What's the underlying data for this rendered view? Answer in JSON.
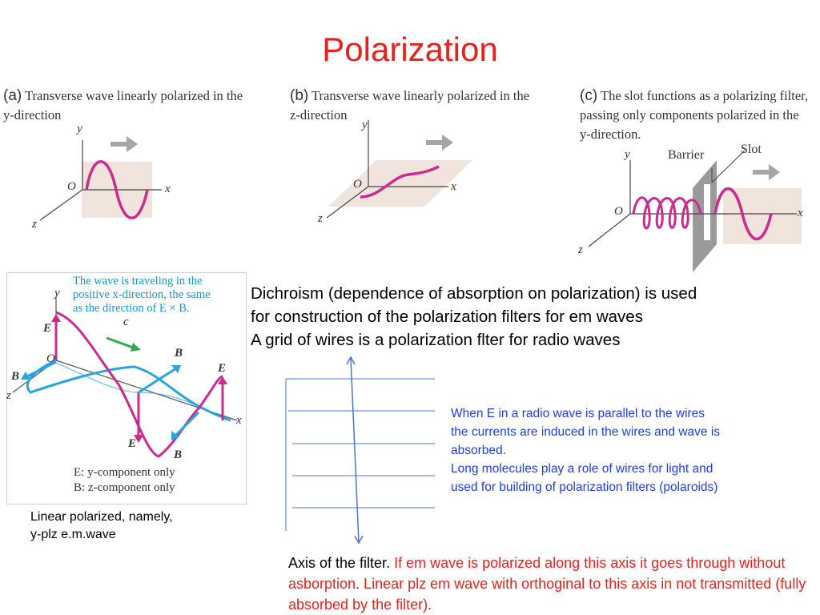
{
  "slide": {
    "title": "Polarization"
  },
  "panel_a": {
    "letter": "(a)",
    "caption_line1": "Transverse wave linearly polarized in the",
    "caption_line2": "y-direction",
    "axis_y": "y",
    "axis_x": "x",
    "axis_z": "z",
    "origin": "O"
  },
  "panel_b": {
    "letter": "(b)",
    "caption_line1": "Transverse wave linearly polarized in the",
    "caption_line2": "z-direction",
    "axis_y": "y",
    "axis_x": "x",
    "axis_z": "z",
    "origin": "O"
  },
  "panel_c": {
    "letter": "(c)",
    "caption_line1": "The slot functions as a polarizing filter,",
    "caption_line2": "passing only components polarized in the",
    "caption_line3": "y-direction.",
    "axis_y": "y",
    "axis_x": "x",
    "axis_z": "z",
    "origin": "O",
    "barrier_label": "Barrier",
    "slot_label": "Slot"
  },
  "em_wave_figure": {
    "note_line1": "The wave is traveling in the",
    "note_line2": "positive x-direction, the same",
    "note_line3": "as the direction of E × B.",
    "axis_y": "y",
    "axis_x": "x",
    "axis_z": "z",
    "origin": "O",
    "speed_label": "c",
    "e_label": "E",
    "b_label": "B",
    "legend_e": "E: y-component only",
    "legend_b": "B: z-component only",
    "caption_line1": "Linear polarized, namely,",
    "caption_line2": "y-plz e.m.wave"
  },
  "main_text": {
    "line1": "Dichroism (dependence of absorption on polarization) is used",
    "line2": "for construction of the polarization filters for em waves",
    "line3": "A grid of wires is a polarization flter for radio waves"
  },
  "blue_text": {
    "line1": "When E in a radio wave is parallel to the wires",
    "line2": "the currents are induced in the wires and wave is",
    "line3": "absorbed.",
    "line4": "Long molecules play a role of wires for light and",
    "line5": "used for building of polarization filters (polaroids)"
  },
  "axis_text": {
    "black_part": "Axis of the filter",
    "red_part": "If em wave is polarized along this axis it goes through without asborption. Linear plz em wave  with orthoginal to this axis in not transmitted (fully absorbed by the filter)."
  },
  "colors": {
    "title": "#e8211c",
    "wave": "#cc2a8d",
    "b_field": "#27a6de",
    "note_blue": "#1f3de0",
    "grid": "#4b78c8",
    "arrow_grey": "#a6a6a6",
    "plane_tint": "#f1e4dc"
  }
}
